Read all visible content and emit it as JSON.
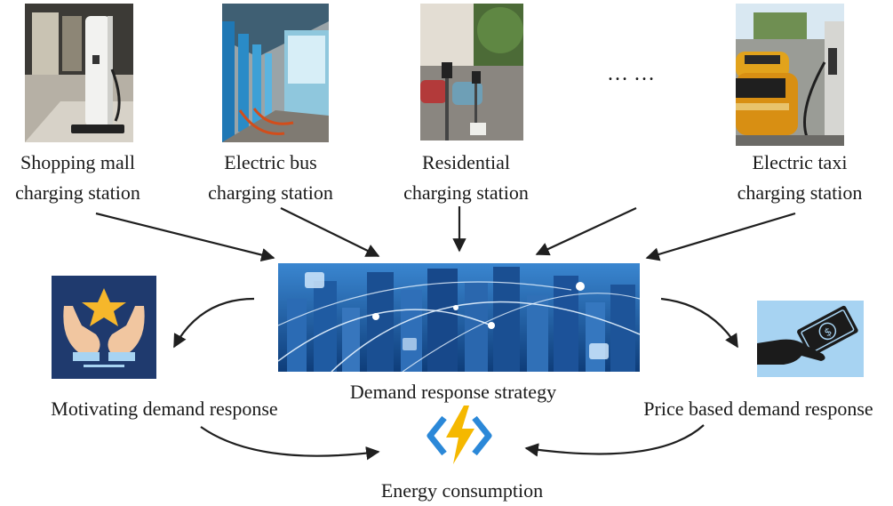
{
  "stations": [
    {
      "line1": "Shopping mall",
      "line2": "charging station"
    },
    {
      "line1": "Electric bus",
      "line2": "charging station"
    },
    {
      "line1": "Residential",
      "line2": "charging station"
    },
    {
      "line1": "Electric taxi",
      "line2": "charging station"
    }
  ],
  "ellipsis": "… …",
  "center_label": "Demand response strategy",
  "left_label": "Motivating demand response",
  "right_label": "Price based demand response",
  "bottom_label": "Energy consumption",
  "colors": {
    "arrow": "#1f1f1f",
    "city_blue": "#1d5aa8",
    "icon_navy": "#1f3a6e",
    "icon_light_blue": "#a7d3f2",
    "bolt_yellow": "#f5b800",
    "bolt_blue": "#2b88d8"
  },
  "icons": [
    "charger-kiosk-icon",
    "bus-charging-icon",
    "residential-charger-icon",
    "taxi-charging-icon",
    "city-network-icon",
    "star-hands-icon",
    "money-hand-icon",
    "lightning-bolt-icon"
  ]
}
